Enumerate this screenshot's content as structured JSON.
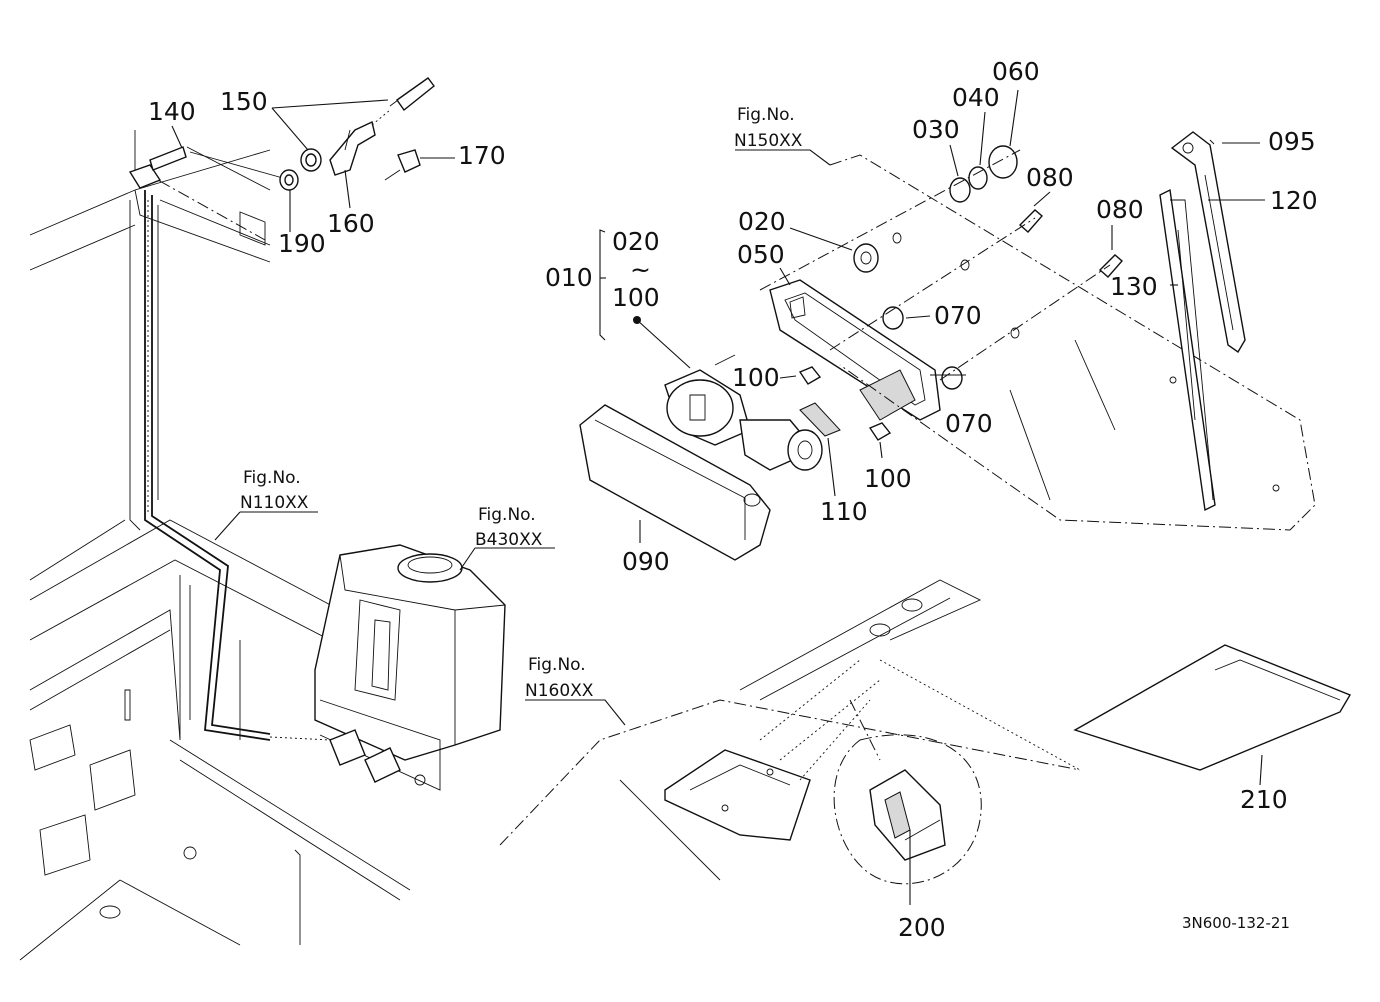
{
  "callouts": {
    "p010": "010",
    "p020_range_start": "020",
    "p020_range_tilde": "~",
    "p020_range_end": "100",
    "p020": "020",
    "p030": "030",
    "p040": "040",
    "p050": "050",
    "p060": "060",
    "p070_a": "070",
    "p070_b": "070",
    "p080_a": "080",
    "p080_b": "080",
    "p090": "090",
    "p095": "095",
    "p100_a": "100",
    "p100_b": "100",
    "p110": "110",
    "p120": "120",
    "p130": "130",
    "p140": "140",
    "p150": "150",
    "p160": "160",
    "p170": "170",
    "p190": "190",
    "p200": "200",
    "p210": "210"
  },
  "figure_refs": {
    "n150_label": "Fig.No.",
    "n150_code": "N150XX",
    "n110_label": "Fig.No.",
    "n110_code": "N110XX",
    "b430_label": "Fig.No.",
    "b430_code": "B430XX",
    "n160_label": "Fig.No.",
    "n160_code": "N160XX"
  },
  "document_id": "3N600-132-21"
}
